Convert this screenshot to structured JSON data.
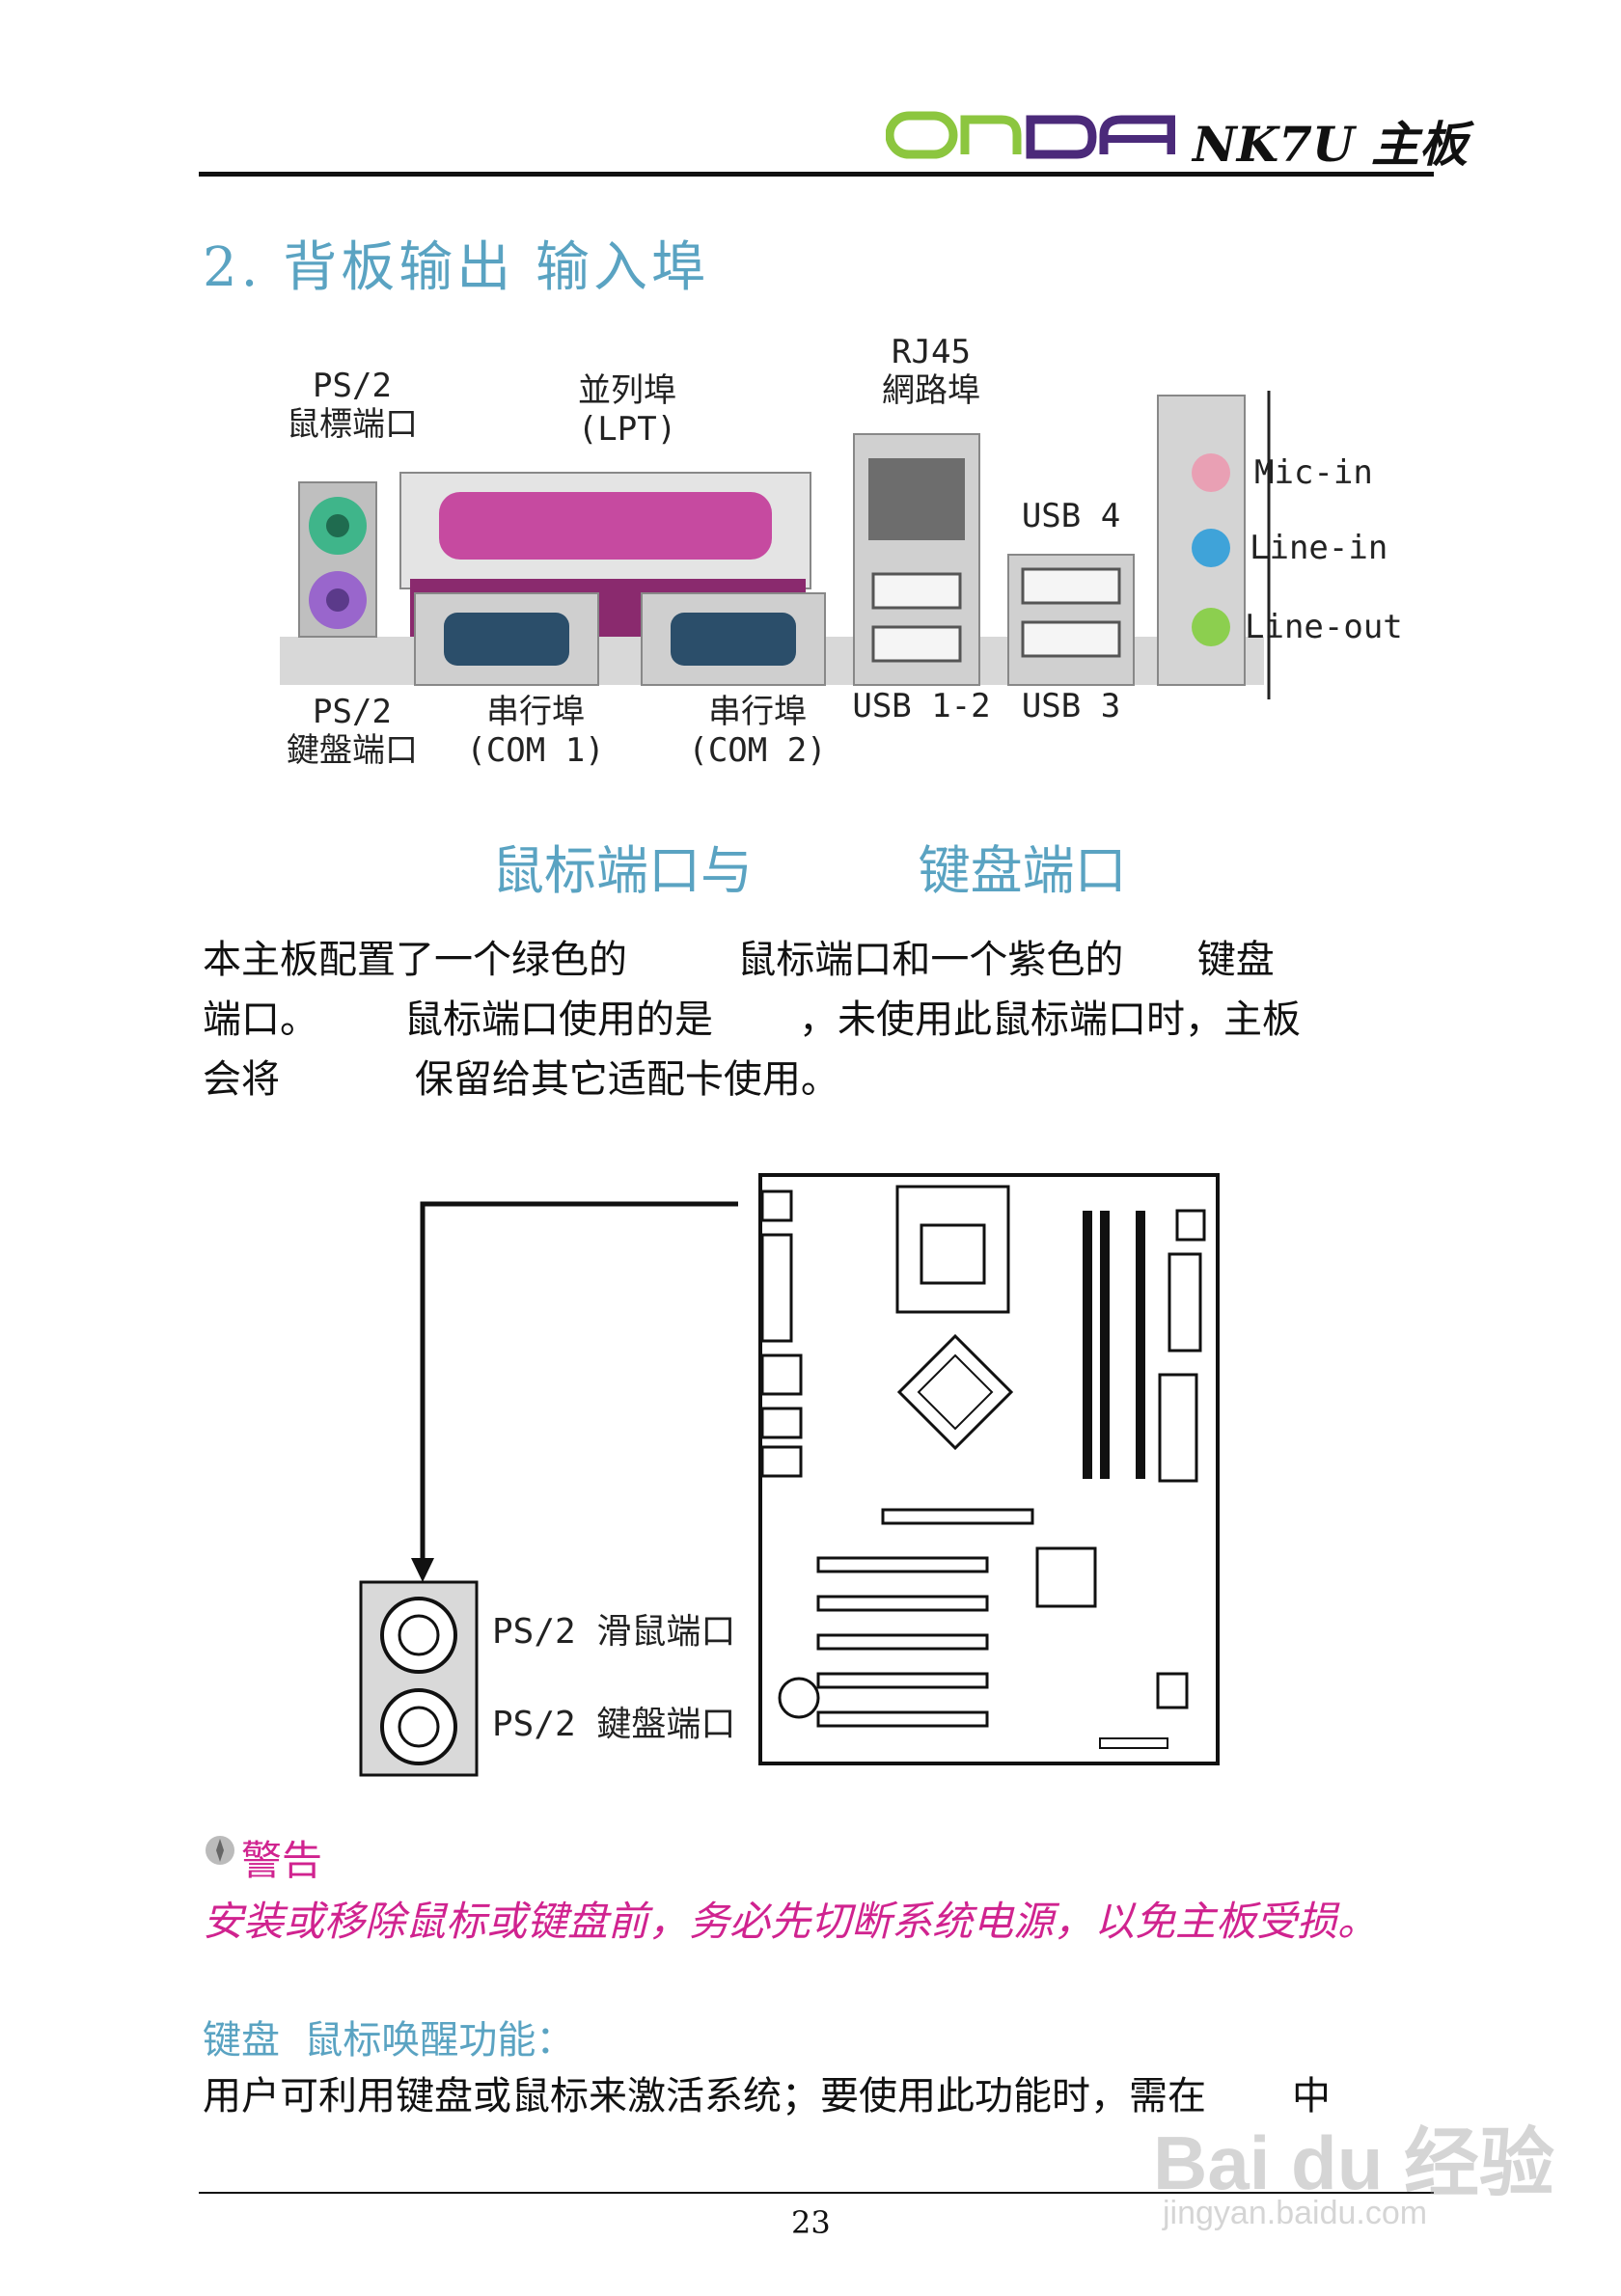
{
  "header": {
    "logo_text": "ONDA",
    "model": "NK7U 主板"
  },
  "section": {
    "title": "2.  背板输出  输入埠"
  },
  "ports": {
    "ps2_mouse": [
      "PS/2",
      "鼠標端口"
    ],
    "lpt": [
      "並列埠",
      "(LPT)"
    ],
    "rj45": [
      "RJ45",
      "網路埠"
    ],
    "usb4": "USB 4",
    "mic_in": "Mic-in",
    "line_in": "Line-in",
    "line_out": "Line-out",
    "ps2_kb": [
      "PS/2",
      "鍵盤端口"
    ],
    "com1": [
      "串行埠",
      "(COM 1)"
    ],
    "com2": [
      "串行埠",
      "(COM 2)"
    ],
    "usb12": "USB 1-2",
    "usb3": "USB 3"
  },
  "sub_heading": "鼠标端口与          键盘端口",
  "paragraph": [
    "本主板配置了一个绿色的         鼠标端口和一个紫色的      键盘",
    "端口。       鼠标端口使用的是       ，未使用此鼠标端口时，主板",
    "会将           保留给其它适配卡使用。"
  ],
  "diagram": {
    "mouse_label": "PS/2  滑鼠端口",
    "kb_label": "PS/2  鍵盤端口"
  },
  "warning": {
    "title": "警告",
    "text": "安装或移除鼠标或键盘前，务必先切断系统电源，以免主板受损。"
  },
  "wake": {
    "title": "键盘  鼠标唤醒功能：",
    "text": "用户可利用键盘或鼠标来激活系统；要使用此功能时，需在       中"
  },
  "page_number": "23",
  "watermark": {
    "brand": "Bai du 经验",
    "url": "jingyan.baidu.com"
  },
  "colors": {
    "heading": "#5aa3c2",
    "warning": "#d0238f",
    "logo_green": "#8cc63f",
    "logo_purple": "#4b2a7a"
  }
}
